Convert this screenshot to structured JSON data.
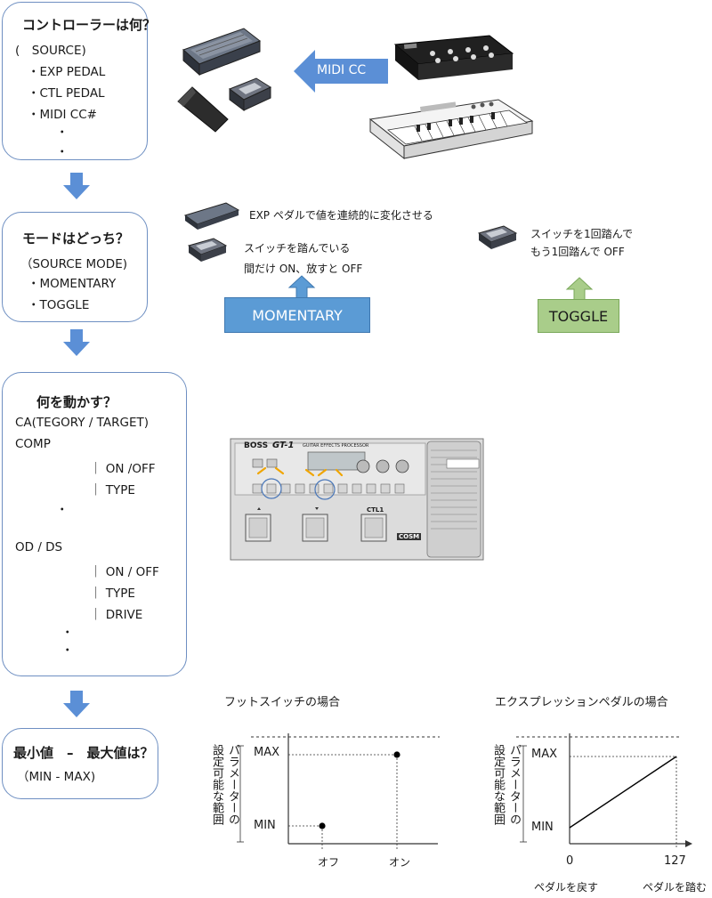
{
  "controller_box": {
    "title": "コントローラーは何？",
    "source_label": "(　SOURCE)",
    "items": [
      "・EXP PEDAL",
      "・CTL PEDAL",
      "・MIDI CC#",
      "・",
      "・"
    ]
  },
  "midi_arrow_label": "MIDI CC",
  "mode_box": {
    "title": "モードはどっち？",
    "source_mode_label": "（SOURCE MODE)",
    "items": [
      "・MOMENTARY",
      "・TOGGLE"
    ]
  },
  "mode_descriptions": {
    "exp": "EXP ペダルで値を連続的に変化させる",
    "momentary_line1": "スイッチを踏んでいる",
    "momentary_line2": "間だけ ON、放すと OFF",
    "toggle_line1": "スイッチを1回踏んで",
    "toggle_line2": "もう1回踏んで OFF"
  },
  "mode_buttons": {
    "momentary": "MOMENTARY",
    "toggle": "TOGGLE"
  },
  "target_box": {
    "title": "何を動かす？",
    "category_label": "CA(TEGORY / TARGET)",
    "comp_label": "COMP",
    "comp_params": [
      "｜ ON /OFF",
      "｜ TYPE"
    ],
    "comp_dot": "・",
    "odds_label": "OD / DS",
    "odds_params": [
      "｜ ON / OFF",
      "｜ TYPE",
      "｜ DRIVE"
    ],
    "odds_dots": [
      "・",
      "・"
    ]
  },
  "device": {
    "brand": "BOSS",
    "model": "GT-1",
    "subtitle": "GUITAR EFFECTS PROCESSOR",
    "ctl_label": "CTL1",
    "cosm_label": "COSM"
  },
  "minmax_box": {
    "title": "最小値　–　最大値は？",
    "subtitle": "（MIN - MAX)"
  },
  "footswitch_chart": {
    "title": "フットスイッチの場合",
    "ylabel_line1": "パラメーターの",
    "ylabel_line2": "設定可能な範囲",
    "max_label": "MAX",
    "min_label": "MIN",
    "x_off": "オフ",
    "x_on": "オン"
  },
  "expression_chart": {
    "title": "エクスプレッションペダルの場合",
    "ylabel_line1": "パラメーターの",
    "ylabel_line2": "設定可能な範囲",
    "max_label": "MAX",
    "min_label": "MIN",
    "x_min": "0",
    "x_max": "127",
    "x_min_caption": "ペダルを戻す",
    "x_max_caption": "ペダルを踏む"
  },
  "colors": {
    "box_border": "#6e8fc2",
    "arrow_blue": "#5b8fd6",
    "momentary_fill": "#5b9bd5",
    "toggle_fill": "#a9cd8a"
  }
}
